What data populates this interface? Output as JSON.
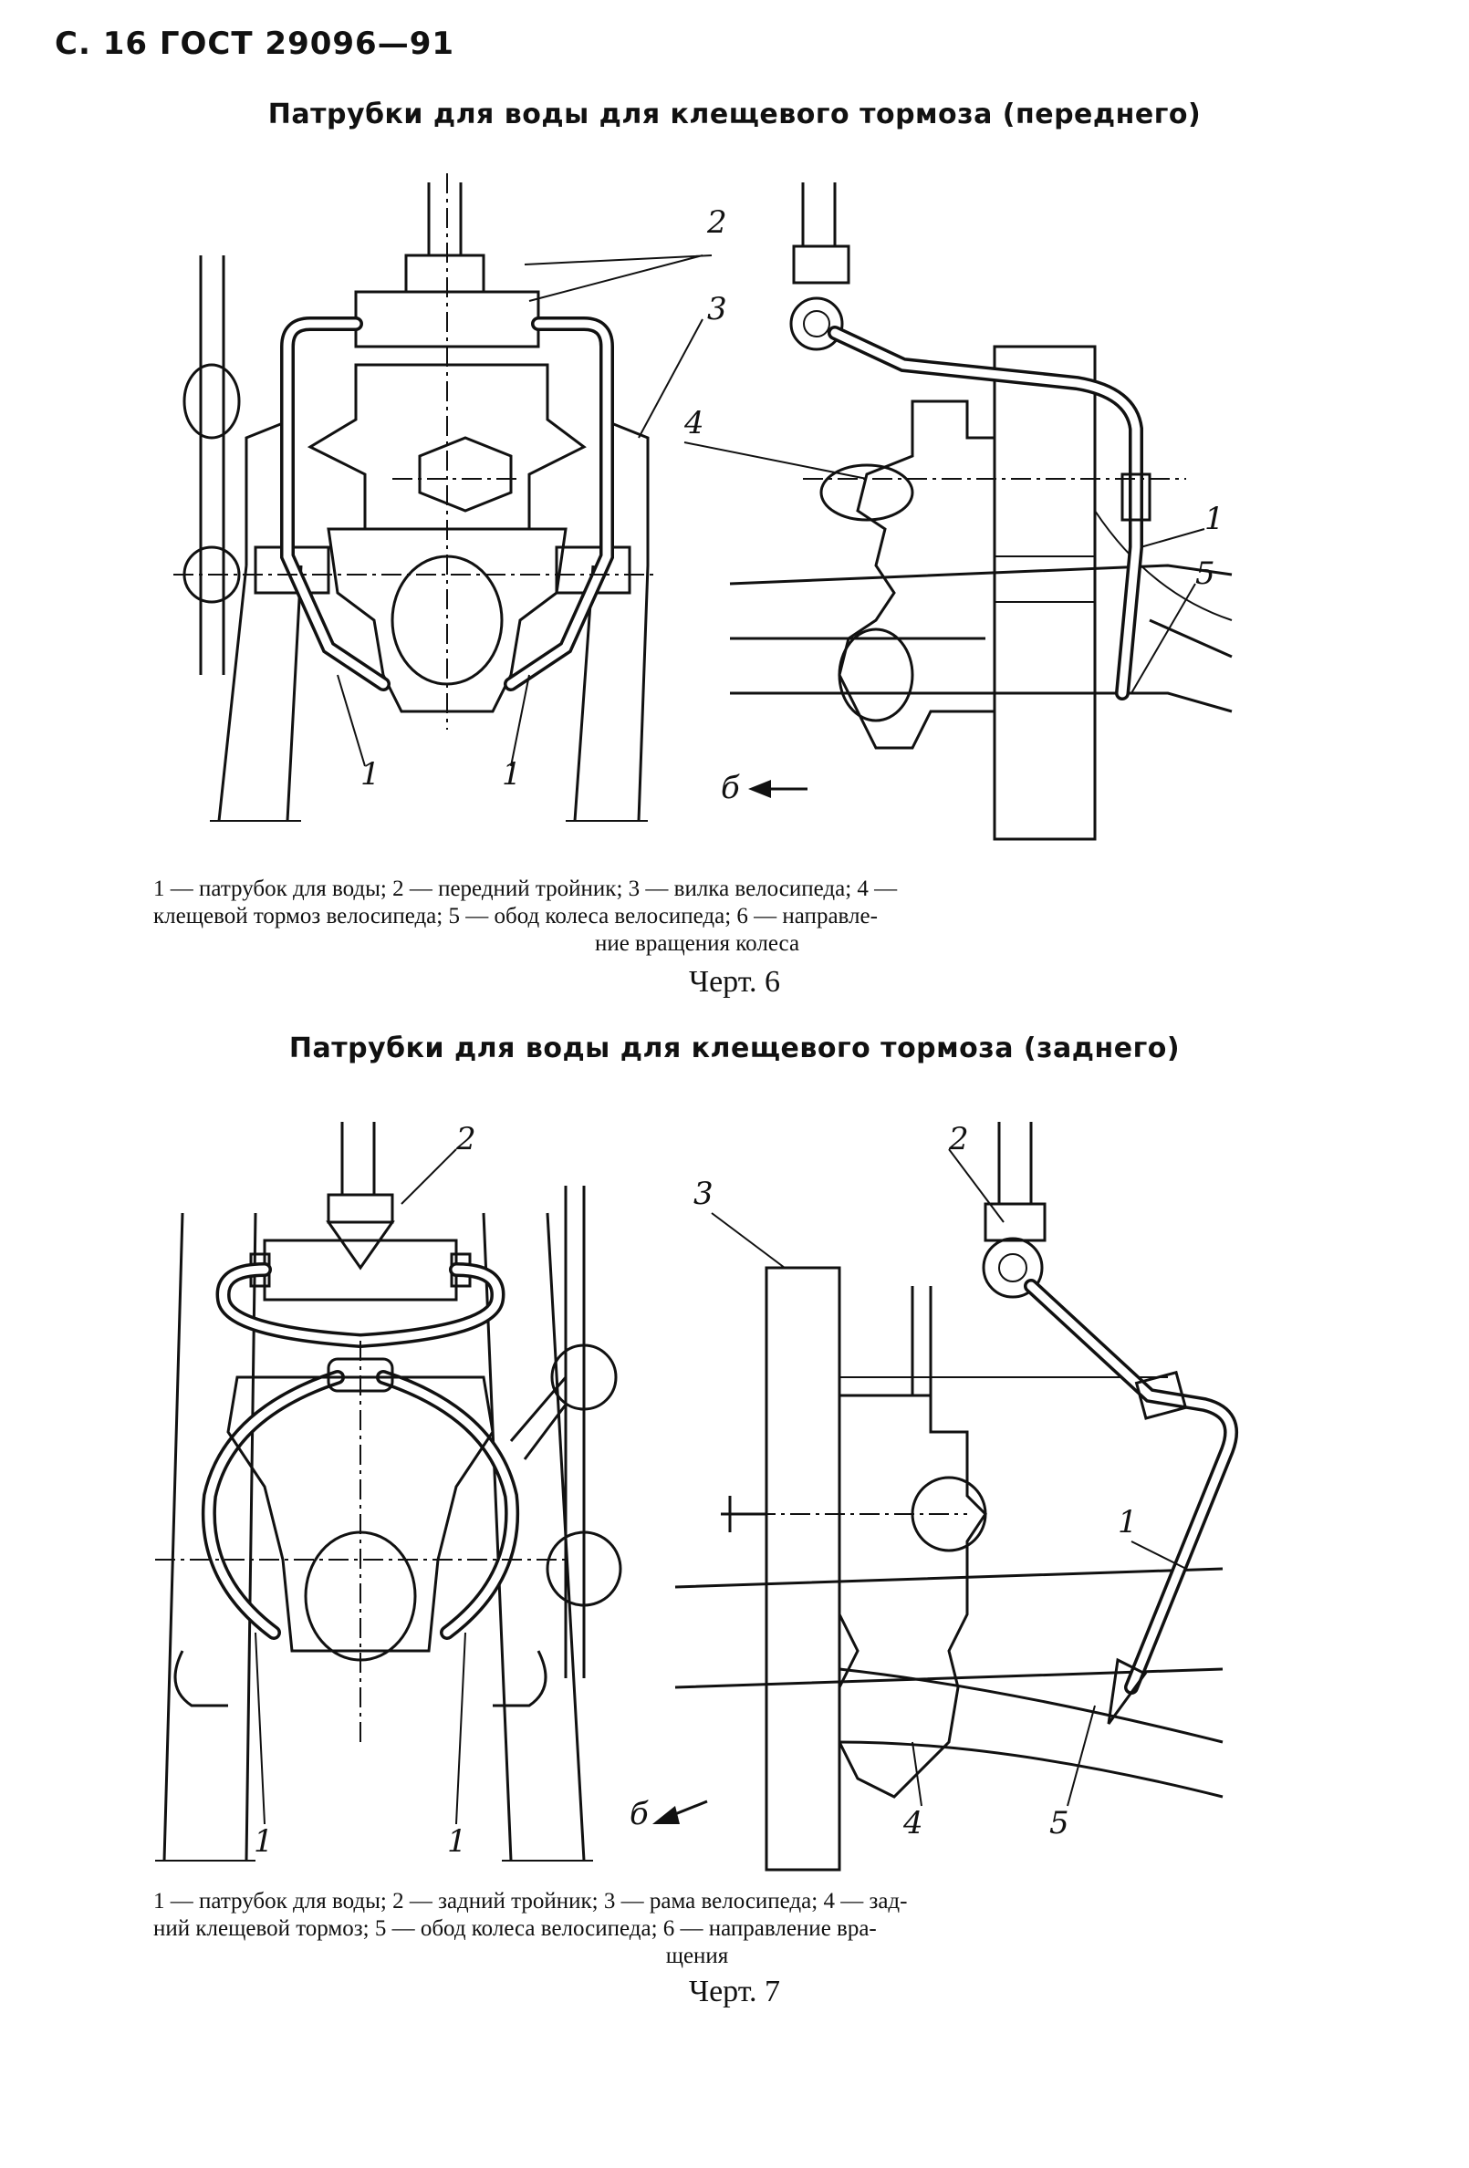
{
  "header": {
    "text": "С. 16 ГОСТ 29096—91"
  },
  "fig6": {
    "heading": "Патрубки для воды для клещевого тормоза (переднего)",
    "labels": {
      "l1a": "1",
      "l1b": "1",
      "l1c": "1",
      "l2": "2",
      "l3": "3",
      "l4": "4",
      "l5": "5",
      "l6": "б"
    },
    "caption_line1": "1 — патрубок для воды; 2 — передний тройник; 3 — вилка велосипеда; 4 —",
    "caption_line2": "клещевой тормоз велосипеда; 5 — обод колеса велосипеда; 6 — направле-",
    "caption_line3": "ние вращения колеса",
    "number": "Черт. 6"
  },
  "fig7": {
    "heading": "Патрубки для воды для клещевого тормоза (заднего)",
    "labels": {
      "l1a": "1",
      "l1b": "1",
      "l1c": "1",
      "l2a": "2",
      "l2b": "2",
      "l3": "3",
      "l4": "4",
      "l5": "5",
      "l6": "б"
    },
    "caption_line1": "1 — патрубок для воды; 2 — задний тройник; 3 — рама велосипеда; 4 — зад-",
    "caption_line2": "ний клещевой тормоз; 5 — обод колеса велосипеда; 6 — направление вра-",
    "caption_line3": "щения",
    "number": "Черт. 7"
  }
}
